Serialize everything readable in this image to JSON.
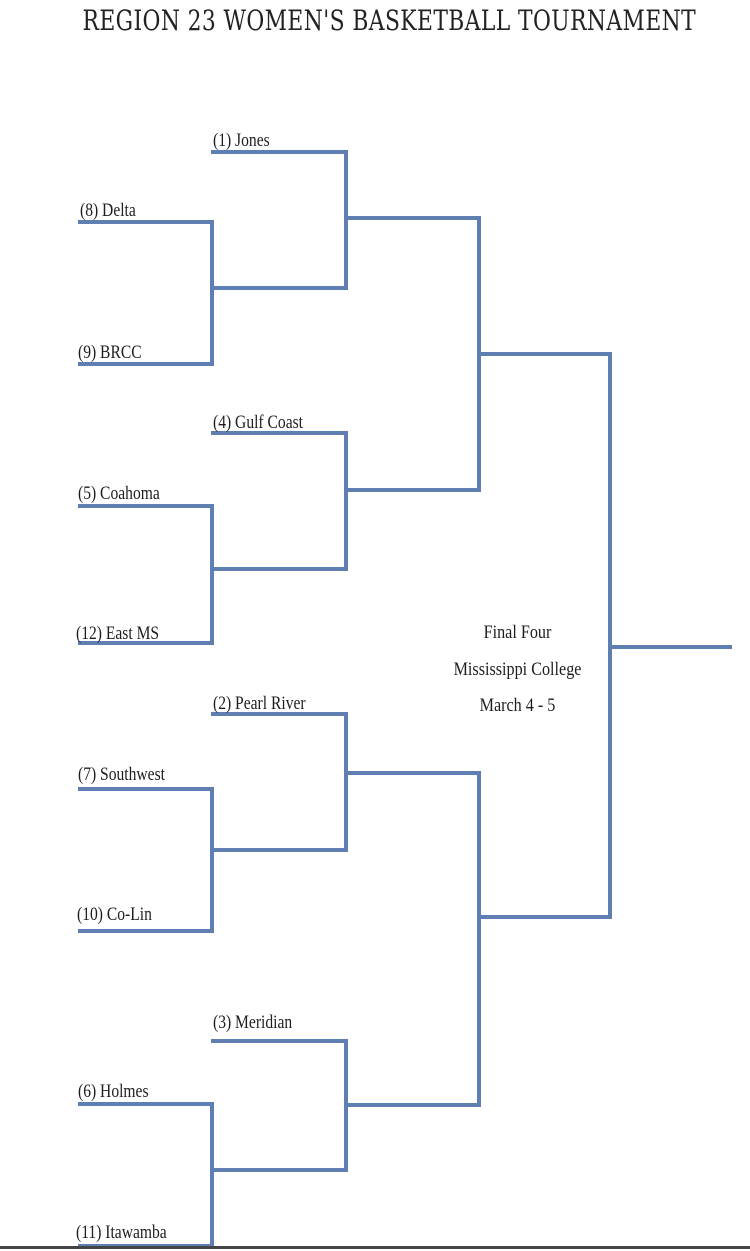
{
  "title": "REGION 23 WOMEN'S BASKETBALL TOURNAMENT",
  "colors": {
    "line": "#5f7fb3",
    "text": "#1d1d1d"
  },
  "teams": {
    "jones": "(1) Jones",
    "delta": "(8) Delta",
    "brcc": "(9) BRCC",
    "gulf_coast": "(4) Gulf Coast",
    "coahoma": "(5)  Coahoma",
    "east_ms": "(12) East MS",
    "pearl_river": "(2) Pearl River",
    "southwest": "(7) Southwest",
    "co_lin": "(10) Co-Lin",
    "meridian": "(3) Meridian",
    "holmes": "(6) Holmes",
    "itawamba": "(11) Itawamba"
  },
  "final_four": {
    "line1": "Final Four",
    "line2": "Mississippi College",
    "line3": "March 4 - 5"
  }
}
